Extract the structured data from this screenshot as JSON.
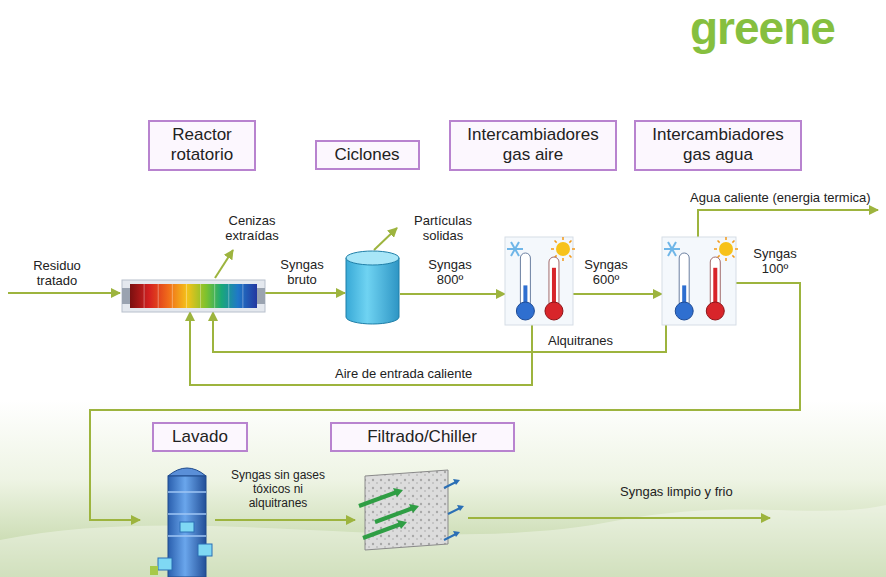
{
  "diagram": {
    "nodes": [
      {
        "text": [
          "Reactor rotatorio"
        ]
      },
      {
        "text": [
          "Ciclones"
        ]
      },
      {
        "text": [
          "Intercambiadores gas aire"
        ]
      },
      {
        "text": [
          "Intercambiadores gas agua"
        ]
      },
      {
        "text": [
          "Lavado"
        ]
      },
      {
        "text": [
          "Filtrado/Chiller"
        ]
      }
    ],
    "edges": [
      {
        "from": 0,
        "to": 1,
        "label": "Syngas bruto",
        "arrow": "to"
      },
      {
        "from": 1,
        "to": 2,
        "label": "Syngas 800º",
        "arrow": "to"
      },
      {
        "from": 2,
        "to": 3,
        "label": "Syngas 600º",
        "arrow": "to"
      },
      {
        "from": 3,
        "to": 4,
        "label": "Syngas 100º",
        "arrow": "to"
      },
      {
        "from": 3,
        "to": 0,
        "label": "Alquitranes",
        "arrow": "to"
      },
      {
        "from": 2,
        "to": 0,
        "label": "Aire de entrada caliente",
        "arrow": "to"
      },
      {
        "from": 4,
        "to": 5,
        "label": "Syngas sin gases tóxicos ni alquitranes",
        "arrow": "to"
      }
    ],
    "labels": [
      "greene",
      "Residuo tratado",
      "Cenizas extraídas",
      "Partículas solidas",
      "Agua caliente (energia termica)",
      "Syngas limpio y frio"
    ]
  }
}
